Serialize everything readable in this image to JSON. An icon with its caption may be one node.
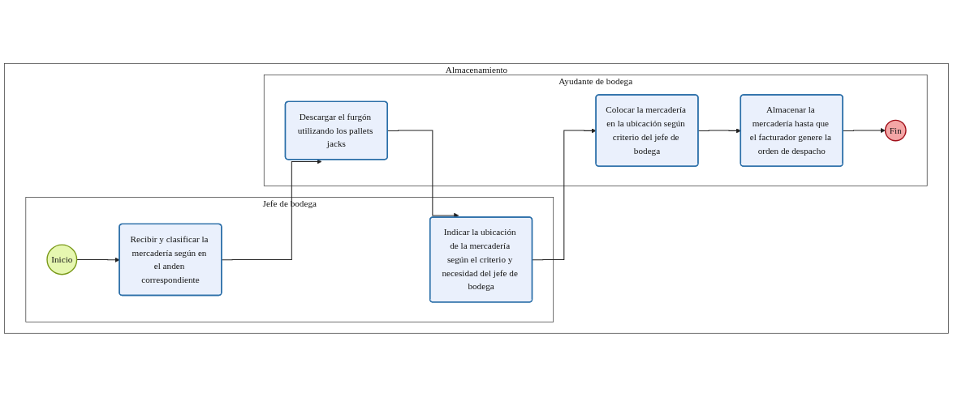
{
  "diagram": {
    "nodes": [
      {
        "text": [
          "Almacenamiento"
        ]
      },
      {
        "text": [
          "Jefe de bodega"
        ],
        "in": 0
      },
      {
        "text": [
          "Inicio"
        ],
        "in": 1
      },
      {
        "text": [
          "Recibir y clasificar la mercadería según en el anden correspondiente"
        ],
        "in": 1
      },
      {
        "text": [
          "Indicar la ubicación de la mercadería según el criterio y necesidad del jefe de bodega"
        ],
        "in": 1
      },
      {
        "text": [
          "Ayudante de bodega"
        ],
        "in": 0
      },
      {
        "text": [
          "Descargar el furgón utilizando los pallets jacks"
        ],
        "in": 5
      },
      {
        "text": [
          "Colocar la mercadería en la ubicación según criterio del jefe de bodega"
        ],
        "in": 5
      },
      {
        "text": [
          "Almacenar la mercadería hasta que el facturador genere la orden de despacho"
        ],
        "in": 5
      },
      {
        "text": [
          "Fin"
        ],
        "in": 5
      }
    ],
    "edges": [
      {
        "from": 2,
        "to": 3,
        "arrow": "to"
      },
      {
        "from": 3,
        "to": 6,
        "arrow": "to"
      },
      {
        "from": 6,
        "to": 4,
        "arrow": "to"
      },
      {
        "from": 4,
        "to": 7,
        "arrow": "to"
      },
      {
        "from": 7,
        "to": 8,
        "arrow": "to"
      },
      {
        "from": 8,
        "to": 9,
        "arrow": "to"
      }
    ]
  }
}
